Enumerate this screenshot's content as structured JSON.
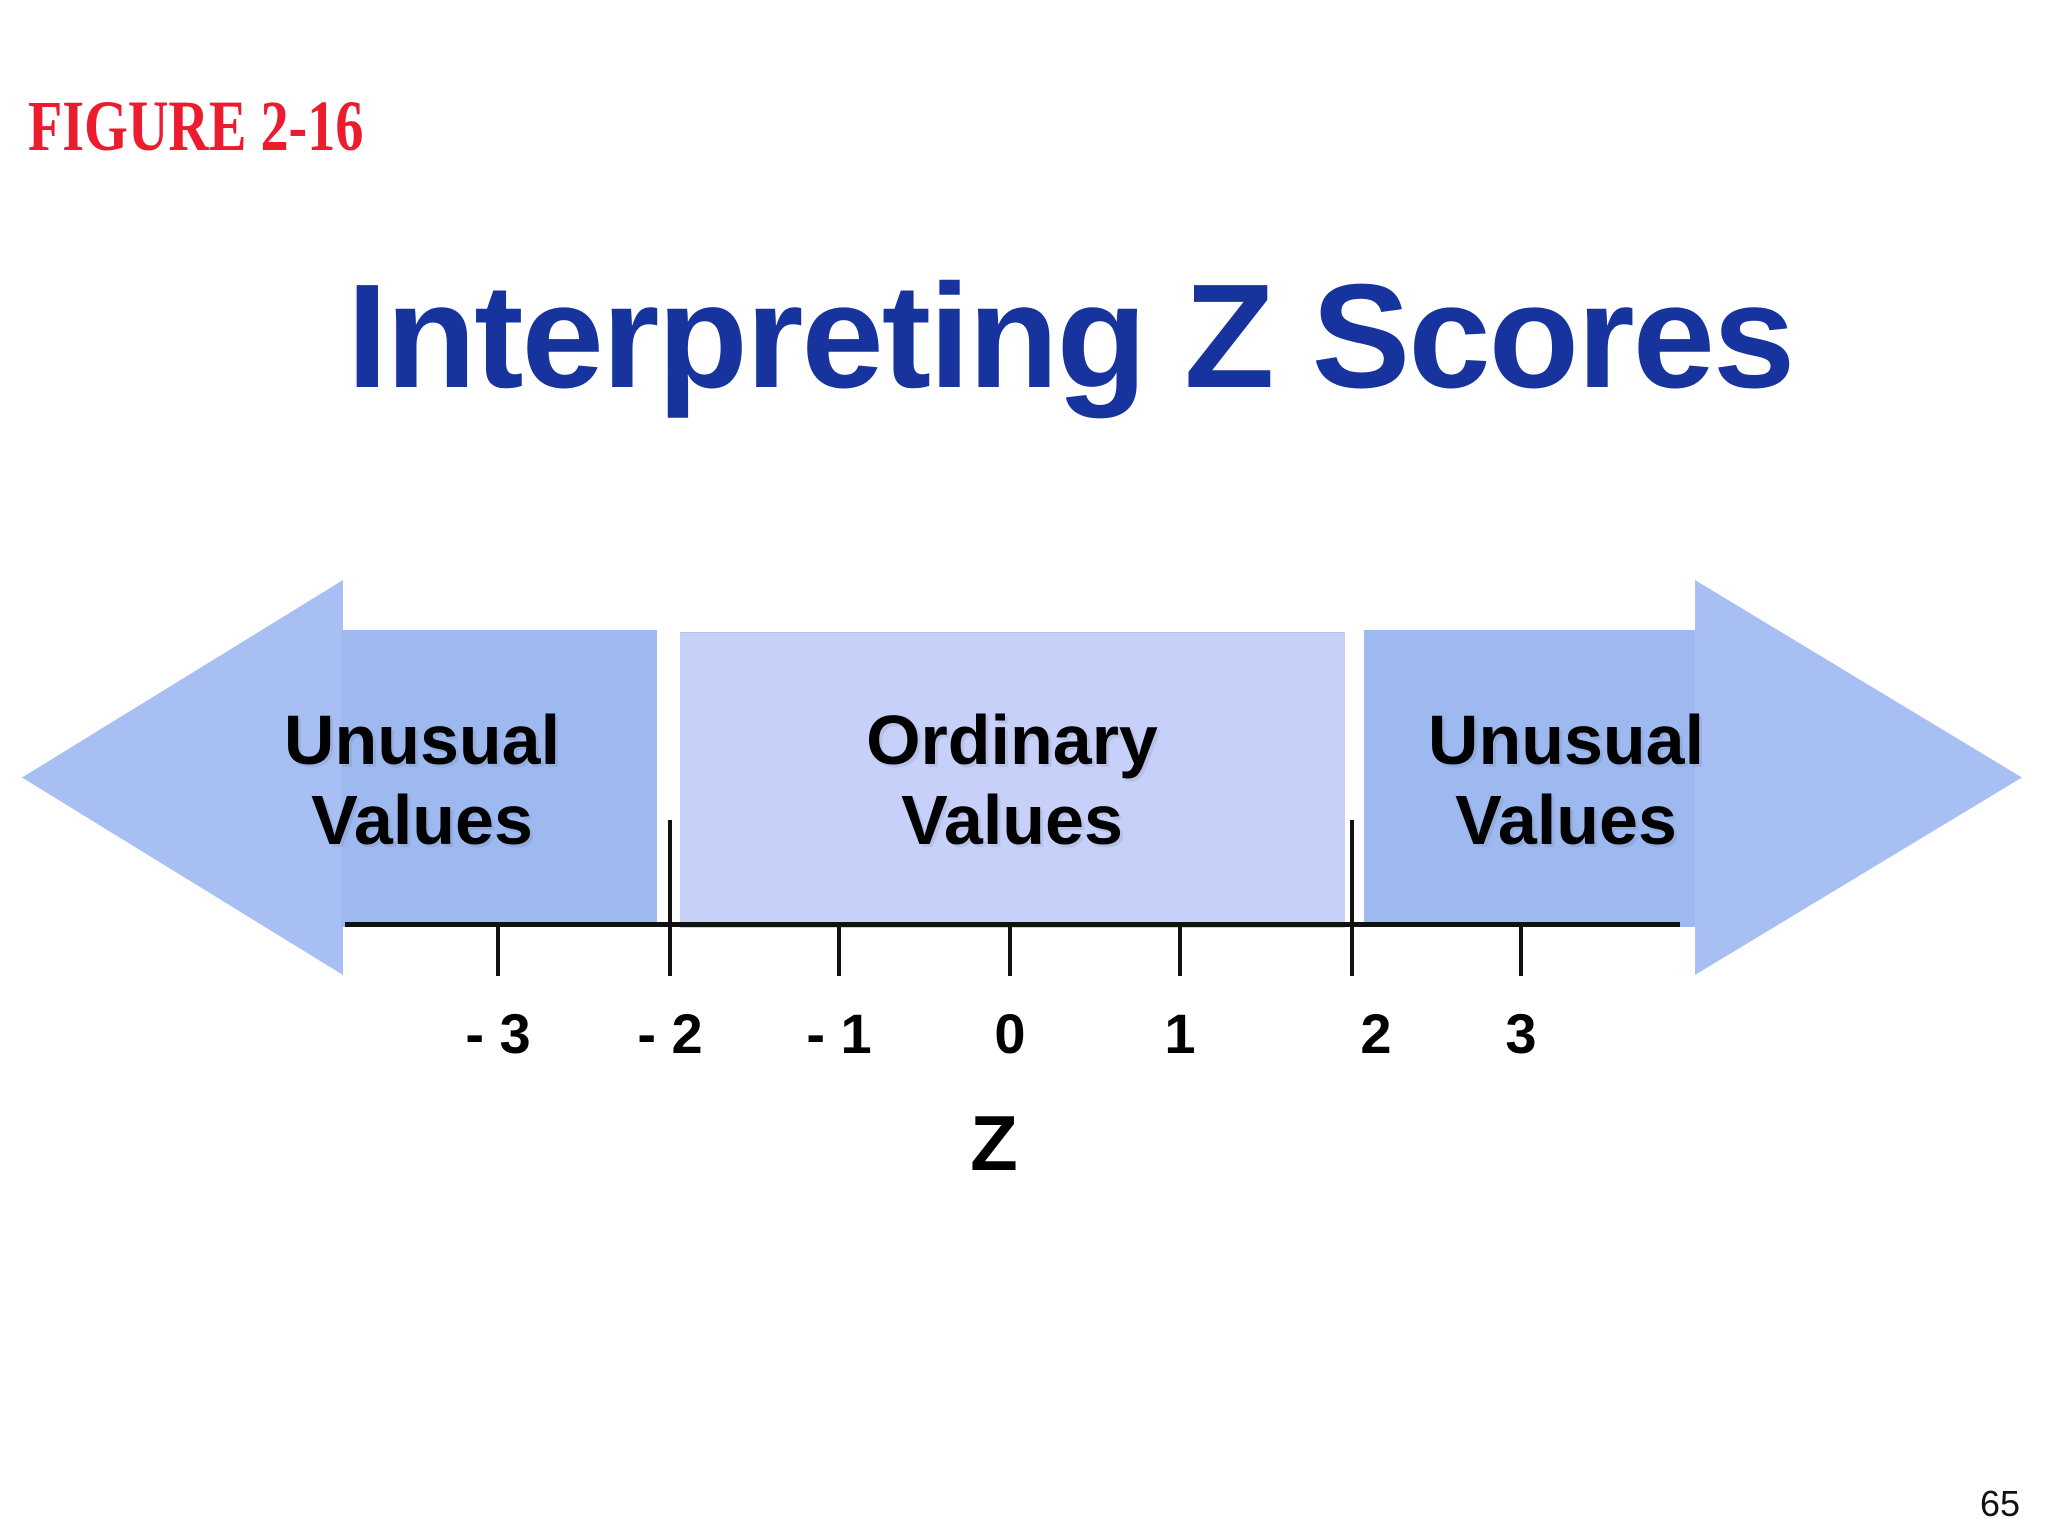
{
  "slide": {
    "figure_label": "FIGURE 2-16",
    "title": "Interpreting Z Scores",
    "page_number": "65"
  },
  "diagram": {
    "type": "z-score-number-line",
    "regions": {
      "left": {
        "line1": "Unusual",
        "line2": "Values",
        "range": "z < -2"
      },
      "middle": {
        "line1": "Ordinary",
        "line2": "Values",
        "range": "-2 <= z <= 2"
      },
      "right": {
        "line1": "Unusual",
        "line2": "Values",
        "range": "z > 2"
      }
    },
    "axis": {
      "name": "Z",
      "ticks": [
        {
          "label": "- 3",
          "value": -3
        },
        {
          "label": "- 2",
          "value": -2
        },
        {
          "label": "- 1",
          "value": -1
        },
        {
          "label": "0",
          "value": 0
        },
        {
          "label": "1",
          "value": 1
        },
        {
          "label": "2",
          "value": 2
        },
        {
          "label": "3",
          "value": 3
        }
      ],
      "boundary_values": [
        -2,
        2
      ]
    },
    "colors": {
      "arrow_head_blue": "#A8BFF3",
      "arrow_body_blue": "#9EB9F0",
      "ordinary_fill": "#C6D0F8",
      "title_blue": "#16339E",
      "figure_label_red": "#EC1B2D",
      "text_black": "#000000"
    }
  }
}
